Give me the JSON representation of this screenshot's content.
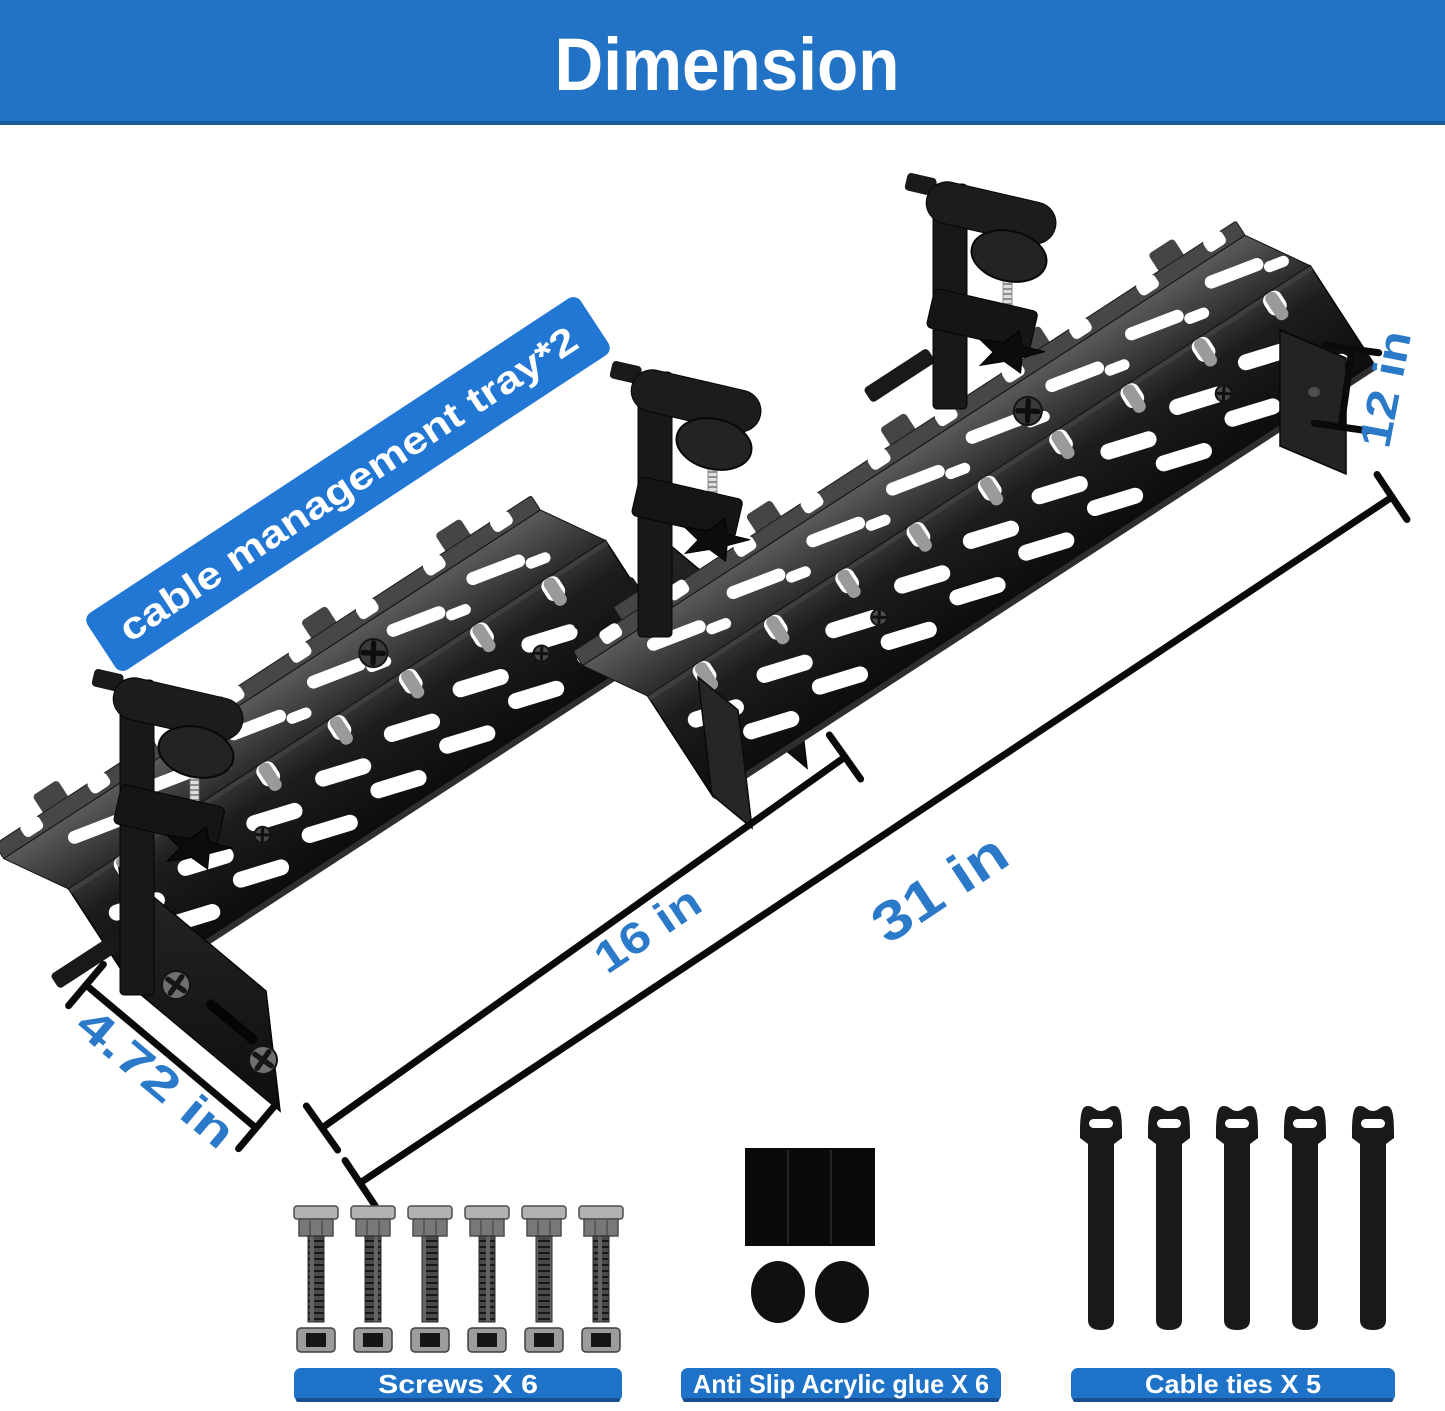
{
  "banner": {
    "title": "Dimension"
  },
  "ribbon": {
    "label": "cable management tray*2"
  },
  "dims": {
    "depth": {
      "label": "4.72  in"
    },
    "single_length": {
      "label": "16 in"
    },
    "total_length": {
      "label": "31 in"
    },
    "side_height": {
      "label": "12 in"
    }
  },
  "kit": {
    "screws": {
      "label": "Screws X 6",
      "count": 6
    },
    "glue": {
      "label": "Anti Slip Acrylic glue X 6",
      "round_pad_count": 2
    },
    "ties": {
      "label": "Cable ties X 5",
      "count": 5
    }
  },
  "colors": {
    "banner_blue": "#2273c5",
    "ribbon_blue": "#2277d4",
    "label_blue": "#1e73c8",
    "dim_text_blue": "#2b7ac9",
    "ink": "#0a0a0a"
  }
}
